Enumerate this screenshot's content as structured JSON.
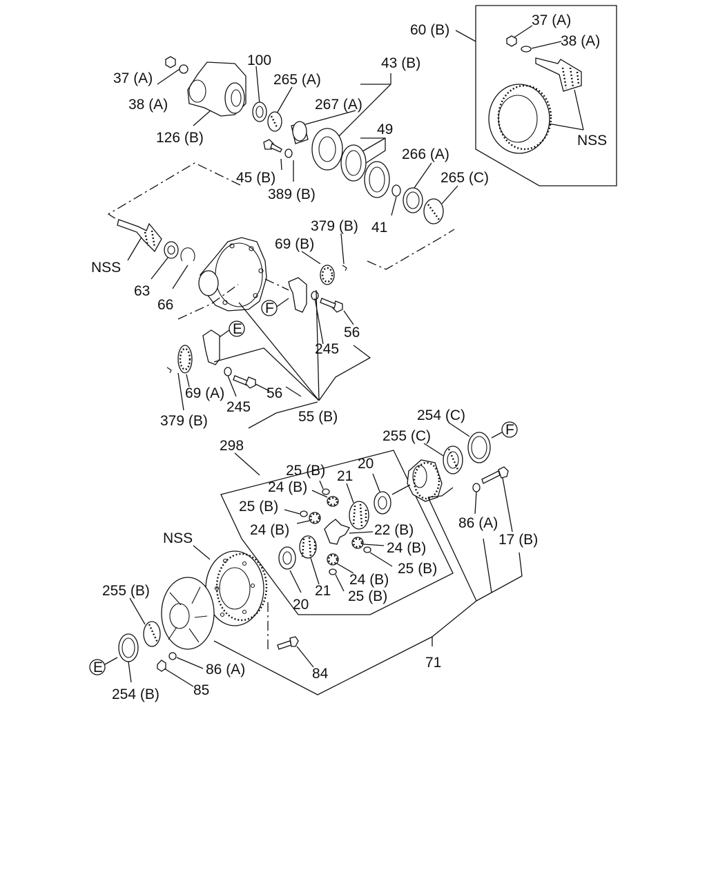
{
  "labels": {
    "l_37A_box": "37 (A)",
    "l_38A_box": "38 (A)",
    "l_60B": "60 (B)",
    "l_NSS_box": "NSS",
    "l_37A": "37 (A)",
    "l_38A": "38 (A)",
    "l_100": "100",
    "l_265A": "265 (A)",
    "l_43B": "43 (B)",
    "l_267A": "267 (A)",
    "l_126B": "126 (B)",
    "l_49": "49",
    "l_266A": "266 (A)",
    "l_265C": "265 (C)",
    "l_45B": "45 (B)",
    "l_389B": "389 (B)",
    "l_41": "41",
    "l_NSS_pinion": "NSS",
    "l_379B_top": "379 (B)",
    "l_69B": "69 (B)",
    "l_63": "63",
    "l_66": "66",
    "l_F_top": "F",
    "l_E_top": "E",
    "l_245_top": "245",
    "l_56_top": "56",
    "l_69A": "69 (A)",
    "l_56_bot": "56",
    "l_245_bot": "245",
    "l_379B_bot": "379 (B)",
    "l_55B": "55 (B)",
    "l_298": "298",
    "l_254C": "254 (C)",
    "l_255C": "255 (C)",
    "l_F_bot": "F",
    "l_25B_1": "25 (B)",
    "l_20_top": "20",
    "l_24B_1": "24 (B)",
    "l_21_top": "21",
    "l_25B_2": "25 (B)",
    "l_24B_2": "24 (B)",
    "l_22B": "22 (B)",
    "l_86A_top": "86 (A)",
    "l_17B": "17 (B)",
    "l_24B_3": "24 (B)",
    "l_25B_3": "25 (B)",
    "l_NSS_ring": "NSS",
    "l_24B_4": "24 (B)",
    "l_255B": "255 (B)",
    "l_21_bot": "21",
    "l_25B_4": "25 (B)",
    "l_20_bot": "20",
    "l_E_bot": "E",
    "l_86A_bot": "86 (A)",
    "l_71": "71",
    "l_84": "84",
    "l_254B": "254 (B)",
    "l_85": "85"
  }
}
